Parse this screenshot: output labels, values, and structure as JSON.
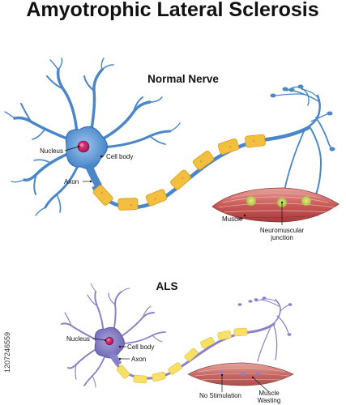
{
  "title": "Amyotrophic Lateral Sclerosis",
  "normal": {
    "heading": "Normal Nerve",
    "labels": {
      "nucleus": "Nucleus",
      "cell_body": "Cell body",
      "axon": "Axon",
      "muscle": "Muscle",
      "nmj_line1": "Neuromuscular",
      "nmj_line2": "junction"
    }
  },
  "als": {
    "heading": "ALS",
    "labels": {
      "nucleus": "Nucleus",
      "cell_body": "Cell body",
      "axon": "Axon",
      "no_stimulation": "No Stimulation",
      "wasting_line1": "Muscle",
      "wasting_line2": "Wasting"
    }
  },
  "watermark": "1207246559",
  "colors": {
    "neuron_normal": "#4a86c8",
    "neuron_als": "#8a82c6",
    "nucleus": "#c2185b",
    "myelin": "#f2bf3e",
    "myelin_als": "#f7df6a",
    "muscle": "#c95a58",
    "junction": "#cfe15a"
  }
}
